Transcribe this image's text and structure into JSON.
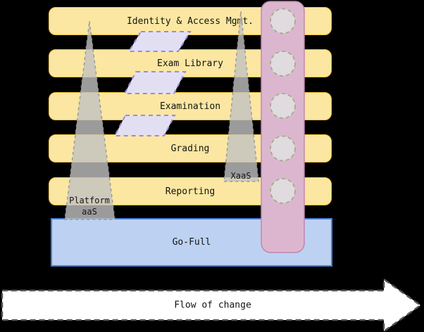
{
  "title": "Layered platform change-flow diagram",
  "layers": [
    {
      "label": "Identity & Access Mgmt."
    },
    {
      "label": "Exam Library"
    },
    {
      "label": "Examination"
    },
    {
      "label": "Grading"
    },
    {
      "label": "Reporting"
    }
  ],
  "base": {
    "label": "Go-Full"
  },
  "cones": {
    "left": {
      "line1": "Platform",
      "line2": "aaS"
    },
    "right": {
      "label": "XaaS"
    }
  },
  "arrow": {
    "label": "Flow of change"
  },
  "colors": {
    "background": "#000000",
    "bar_fill": "#FBE7A2",
    "bar_border": "#F1C232",
    "base_fill": "#BDD2F2",
    "base_border": "#4A7CD6",
    "column_fill": "#DCB6CF",
    "column_border": "#C186AF",
    "circle_fill": "#E0DBDE",
    "circle_border": "#9FAE86",
    "parallelogram_fill": "#E3DFF3",
    "parallelogram_border": "#9B8CD8",
    "cone_fill": "#C2C2C2",
    "cone_border": "#8F8F8F",
    "arrow_fill": "#FFFFFF",
    "arrow_border": "#555555"
  }
}
